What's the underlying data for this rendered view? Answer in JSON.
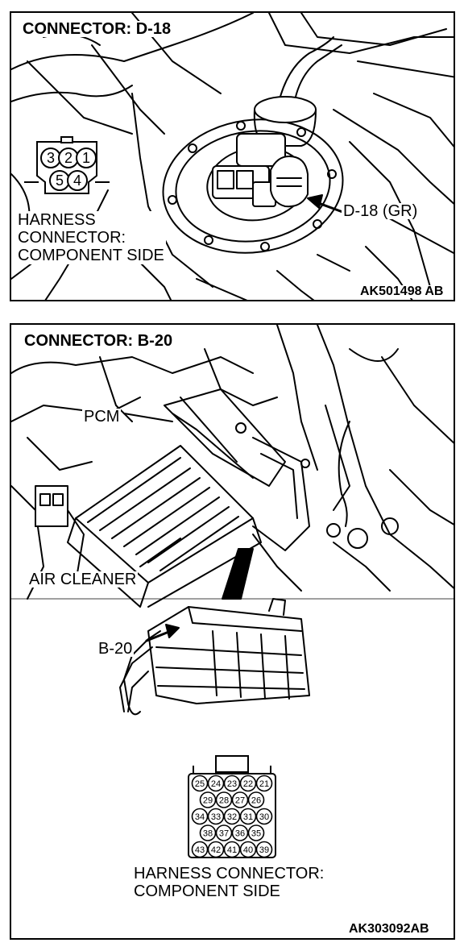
{
  "top": {
    "title": "CONNECTOR: D-18",
    "pins_top": [
      "3",
      "2",
      "1"
    ],
    "pins_bottom": [
      "5",
      "4"
    ],
    "harness_label": [
      "HARNESS",
      "CONNECTOR:",
      "COMPONENT SIDE"
    ],
    "callout": "D-18 (GR)",
    "figure_code": "AK501498 AB"
  },
  "bottom": {
    "title": "CONNECTOR: B-20",
    "pcm_label": "PCM",
    "air_cleaner_label": "AIR CLEANER",
    "callout": "B-20",
    "pin_rows": [
      [
        "25",
        "24",
        "23",
        "22",
        "21"
      ],
      [
        "29",
        "28",
        "27",
        "26"
      ],
      [
        "34",
        "33",
        "32",
        "31",
        "30"
      ],
      [
        "38",
        "37",
        "36",
        "35"
      ],
      [
        "43",
        "42",
        "41",
        "40",
        "39"
      ]
    ],
    "harness_label": [
      "HARNESS CONNECTOR:",
      "COMPONENT SIDE"
    ],
    "figure_code": "AK303092AB"
  }
}
